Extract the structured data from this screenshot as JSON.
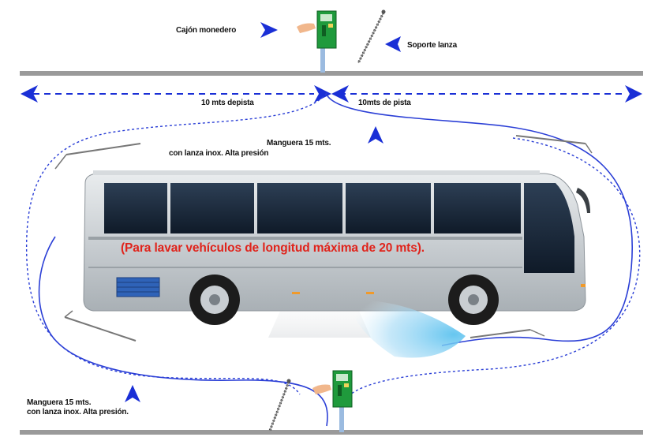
{
  "labels": {
    "coin_box": "Cajón monedero",
    "lance_support": "Soporte lanza",
    "track_left": "10 mts depista",
    "track_right": "10mts de pista",
    "hose_top_line1": "Manguera 15 mts.",
    "hose_top_line2": "con lanza inox. Alta presión",
    "hose_bottom_line1": "Manguera 15 mts.",
    "hose_bottom_line2": "con lanza inox.  Alta presión.",
    "bus_banner": "(Para lavar vehículos de longitud máxima de 20 mts)."
  },
  "colors": {
    "arrow_blue": "#1a2fd6",
    "hose_blue": "#2b3fd6",
    "banner_red": "#e0231b",
    "track_gray": "#9a9a9a",
    "coin_box_green": "#1f9a3c",
    "spray_light_blue": "#9fd8f5"
  },
  "icons": [
    "coin-box-icon",
    "hand-icon",
    "lance-icon",
    "bus-icon",
    "spray-icon"
  ]
}
